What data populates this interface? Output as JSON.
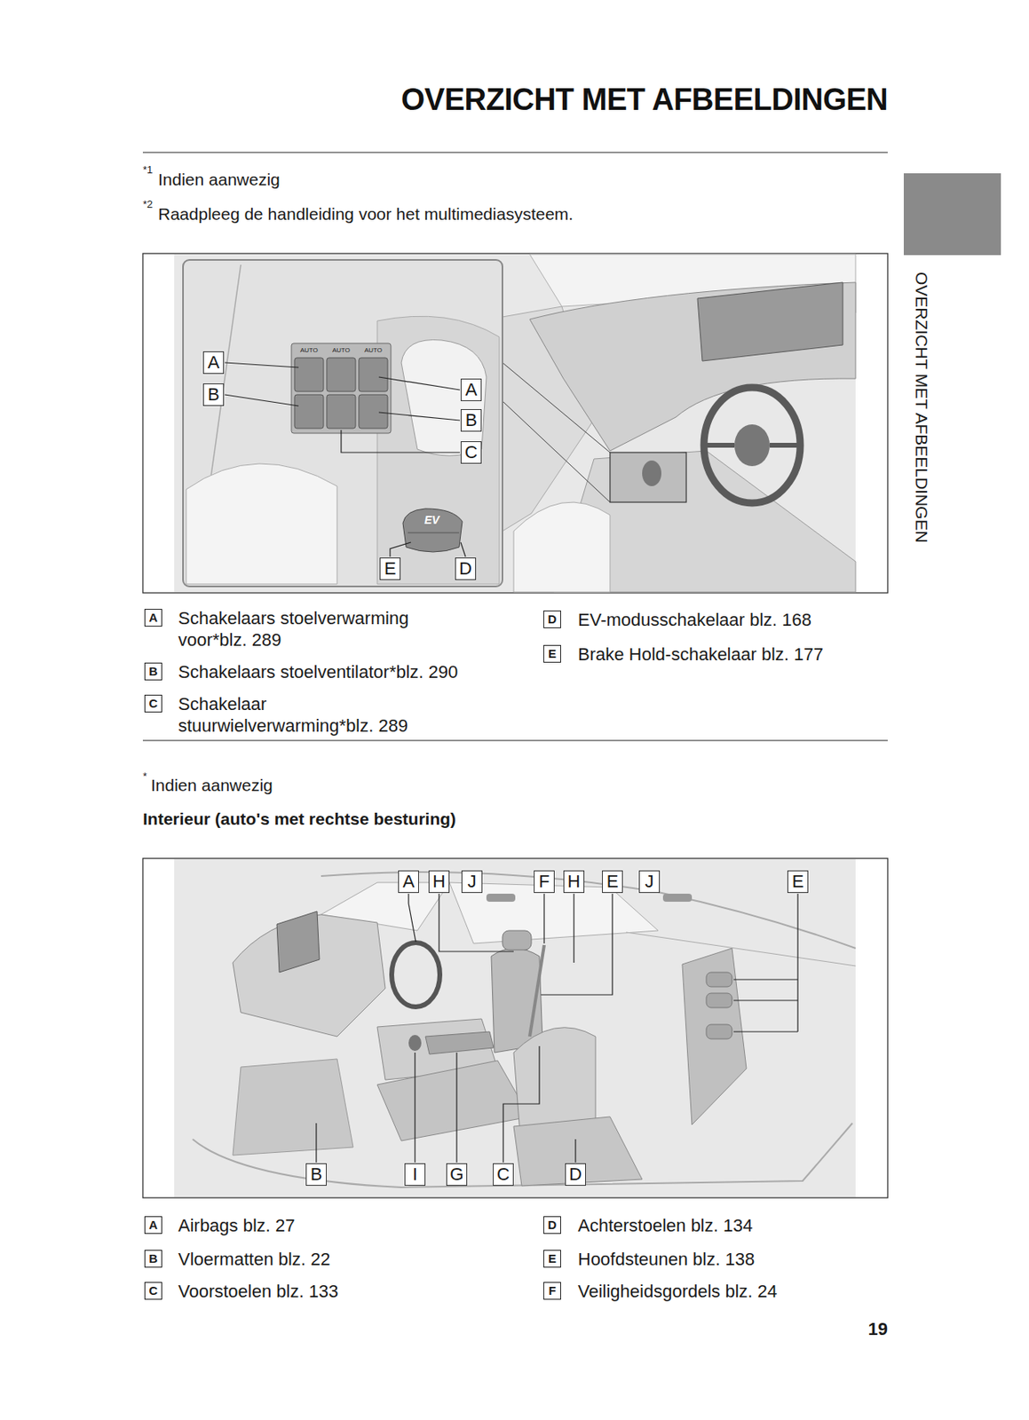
{
  "diagram": {
    "title": "OVERZICHT MET AFBEELDINGEN",
    "labels": [
      "*1",
      "Indien aanwezig",
      "*2",
      "Raadpleeg de handleiding voor het multimediasysteem.",
      "OVERZICHT MET AFBEELDINGEN",
      "AUTO",
      "AUTO",
      "AUTO",
      "EV",
      "A",
      "B",
      "A",
      "B",
      "C",
      "E",
      "D",
      "A",
      "Schakelaars stoelverwarming voor*blz. 289",
      "B",
      "Schakelaars stoelventilator*blz. 290",
      "C",
      "Schakelaar stuurwielverwarming*blz. 289",
      "D",
      "EV-modusschakelaar blz. 168",
      "E",
      "Brake Hold-schakelaar blz. 177",
      "*",
      "Indien aanwezig",
      "Interieur (auto's met rechtse besturing)",
      "A",
      "H",
      "J",
      "F",
      "H",
      "E",
      "J",
      "E",
      "B",
      "I",
      "G",
      "C",
      "D",
      "A",
      "Airbags blz. 27",
      "B",
      "Vloermatten blz. 22",
      "C",
      "Voorstoelen blz. 133",
      "D",
      "Achterstoelen blz. 134",
      "E",
      "Hoofdsteunen blz. 138",
      "F",
      "Veiligheidsgordels blz. 24",
      "19"
    ]
  }
}
